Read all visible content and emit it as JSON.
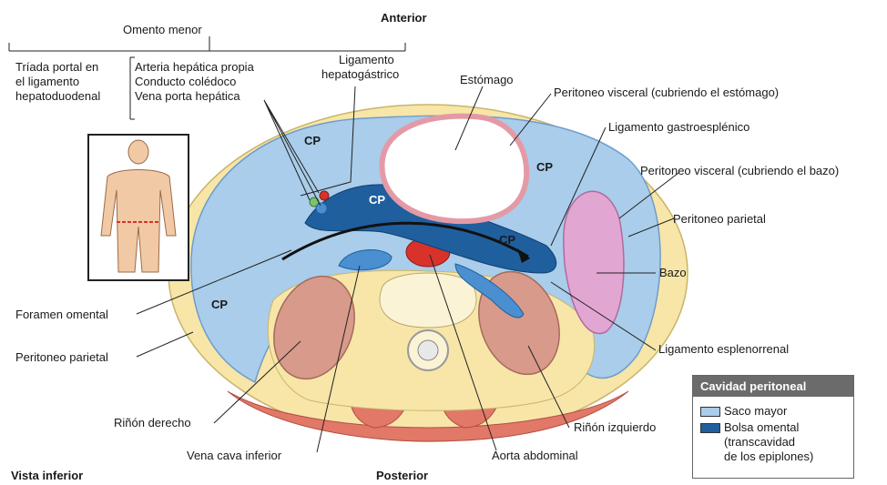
{
  "labels": {
    "anterior": "Anterior",
    "posterior": "Posterior",
    "vista_inferior": "Vista inferior",
    "omento_menor": "Omento menor",
    "triada_1": "Tríada portal en",
    "triada_2": "el ligamento",
    "triada_3": "hepatoduodenal",
    "arteria": "Arteria hepática propia",
    "conducto": "Conducto colédoco",
    "vena_porta": "Vena porta hepática",
    "lig_hepatogastrico_1": "Ligamento",
    "lig_hepatogastrico_2": "hepatogástrico",
    "estomago": "Estómago",
    "peritoneo_visceral_estomago": "Peritoneo visceral (cubriendo el estómago)",
    "lig_gastroesplenico": "Ligamento gastroesplénico",
    "peritoneo_visceral_bazo": "Peritoneo visceral (cubriendo el bazo)",
    "peritoneo_parietal_r": "Peritoneo parietal",
    "bazo": "Bazo",
    "lig_esplenorrenal": "Ligamento esplenorrenal",
    "rinon_izquierdo": "Riñón izquierdo",
    "aorta": "Aorta abdominal",
    "vena_cava": "Vena cava inferior",
    "rinon_derecho": "Riñón derecho",
    "peritoneo_parietal_l": "Peritoneo parietal",
    "foramen": "Foramen omental",
    "cp": "CP"
  },
  "legend": {
    "title": "Cavidad peritoneal",
    "saco_mayor": "Saco mayor",
    "bolsa_1": "Bolsa omental",
    "bolsa_2": "(transcavidad",
    "bolsa_3": "de los epiplones)"
  },
  "colors": {
    "saco_mayor": "#a9cdea",
    "bolsa_omental": "#1f5f9e",
    "fat": "#f7e6a8",
    "spleen": "#e2a6d2",
    "kidney": "#d89a8a",
    "muscle": "#e27868",
    "aorta": "#d8322a"
  }
}
